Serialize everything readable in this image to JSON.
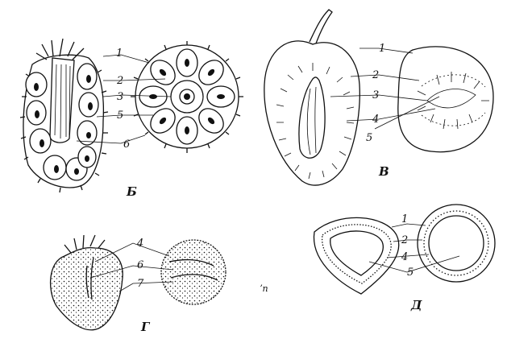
{
  "figures": {
    "b": {
      "caption": "Б",
      "labels": [
        "1",
        "2",
        "3",
        "5",
        "6"
      ]
    },
    "v": {
      "caption": "В",
      "labels": [
        "1",
        "2",
        "3",
        "4",
        "5"
      ]
    },
    "g": {
      "caption": "Г",
      "labels": [
        "4",
        "6",
        "7"
      ]
    },
    "d": {
      "caption": "Д",
      "labels": [
        "1",
        "2",
        "4",
        "5"
      ]
    }
  },
  "stray_mark": "ʼn"
}
